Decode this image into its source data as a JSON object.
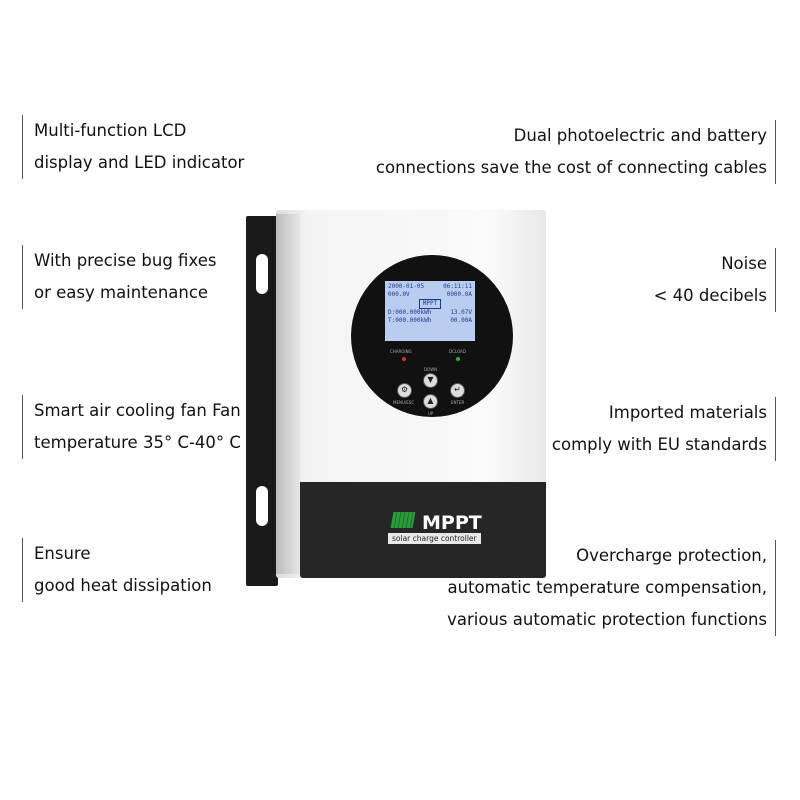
{
  "features_left": [
    {
      "lines": [
        "Multi-function LCD",
        "display and LED indicator"
      ]
    },
    {
      "lines": [
        "With precise bug fixes",
        "or easy maintenance"
      ]
    },
    {
      "lines": [
        "Smart air cooling fan Fan",
        "temperature 35° C-40° C"
      ]
    },
    {
      "lines": [
        "Ensure",
        "good heat dissipation"
      ]
    }
  ],
  "features_right": [
    {
      "lines": [
        "Dual photoelectric and battery",
        "connections save the cost of connecting cables"
      ]
    },
    {
      "lines": [
        "Noise",
        "< 40 decibels"
      ]
    },
    {
      "lines": [
        "Imported materials",
        "comply with EU standards"
      ]
    },
    {
      "lines": [
        "Overcharge protection,",
        "automatic temperature compensation,",
        "various automatic protection functions"
      ]
    }
  ],
  "device": {
    "lcd": {
      "date": "2000-01-05",
      "time": "06:11:11",
      "pv_voltage": "000.0V",
      "current": "0000.0A",
      "mode": "MPPT",
      "day_energy": "D:000.000kWh",
      "total_energy": "T:000.000kWh",
      "battery_voltage": "13.07V",
      "load_current": "00.00A"
    },
    "led_labels": {
      "charging": "CHARGING",
      "dcload": "DCLOAD"
    },
    "buttons": {
      "menu": "MENU/ESC",
      "down": "DOWN",
      "up": "UP",
      "enter": "ENTER"
    },
    "brand": "MPPT",
    "subtitle": "solar charge controller"
  }
}
